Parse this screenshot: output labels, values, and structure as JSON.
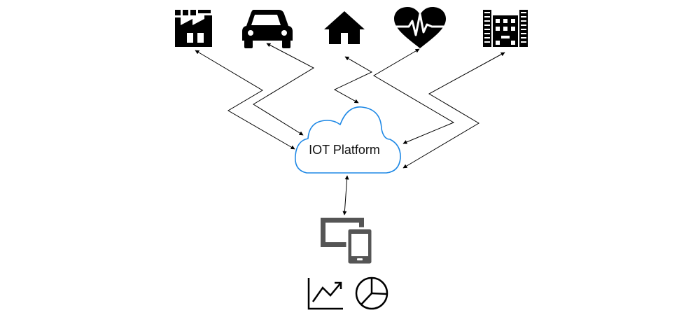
{
  "cloud": {
    "label": "IOT Platform",
    "stroke_color": "#1e88e5"
  },
  "devices": [
    {
      "name": "factory",
      "icon": "factory-icon"
    },
    {
      "name": "car",
      "icon": "car-icon"
    },
    {
      "name": "home",
      "icon": "home-icon"
    },
    {
      "name": "health",
      "icon": "heart-rate-icon"
    },
    {
      "name": "building",
      "icon": "building-icon"
    }
  ],
  "clients": {
    "devices_icon": "monitor-tablet-icon",
    "analytics_icons": [
      "line-chart-icon",
      "pie-chart-icon"
    ]
  },
  "colors": {
    "icon": "#000000",
    "device_gray": "#555555",
    "arrow": "#000000"
  }
}
